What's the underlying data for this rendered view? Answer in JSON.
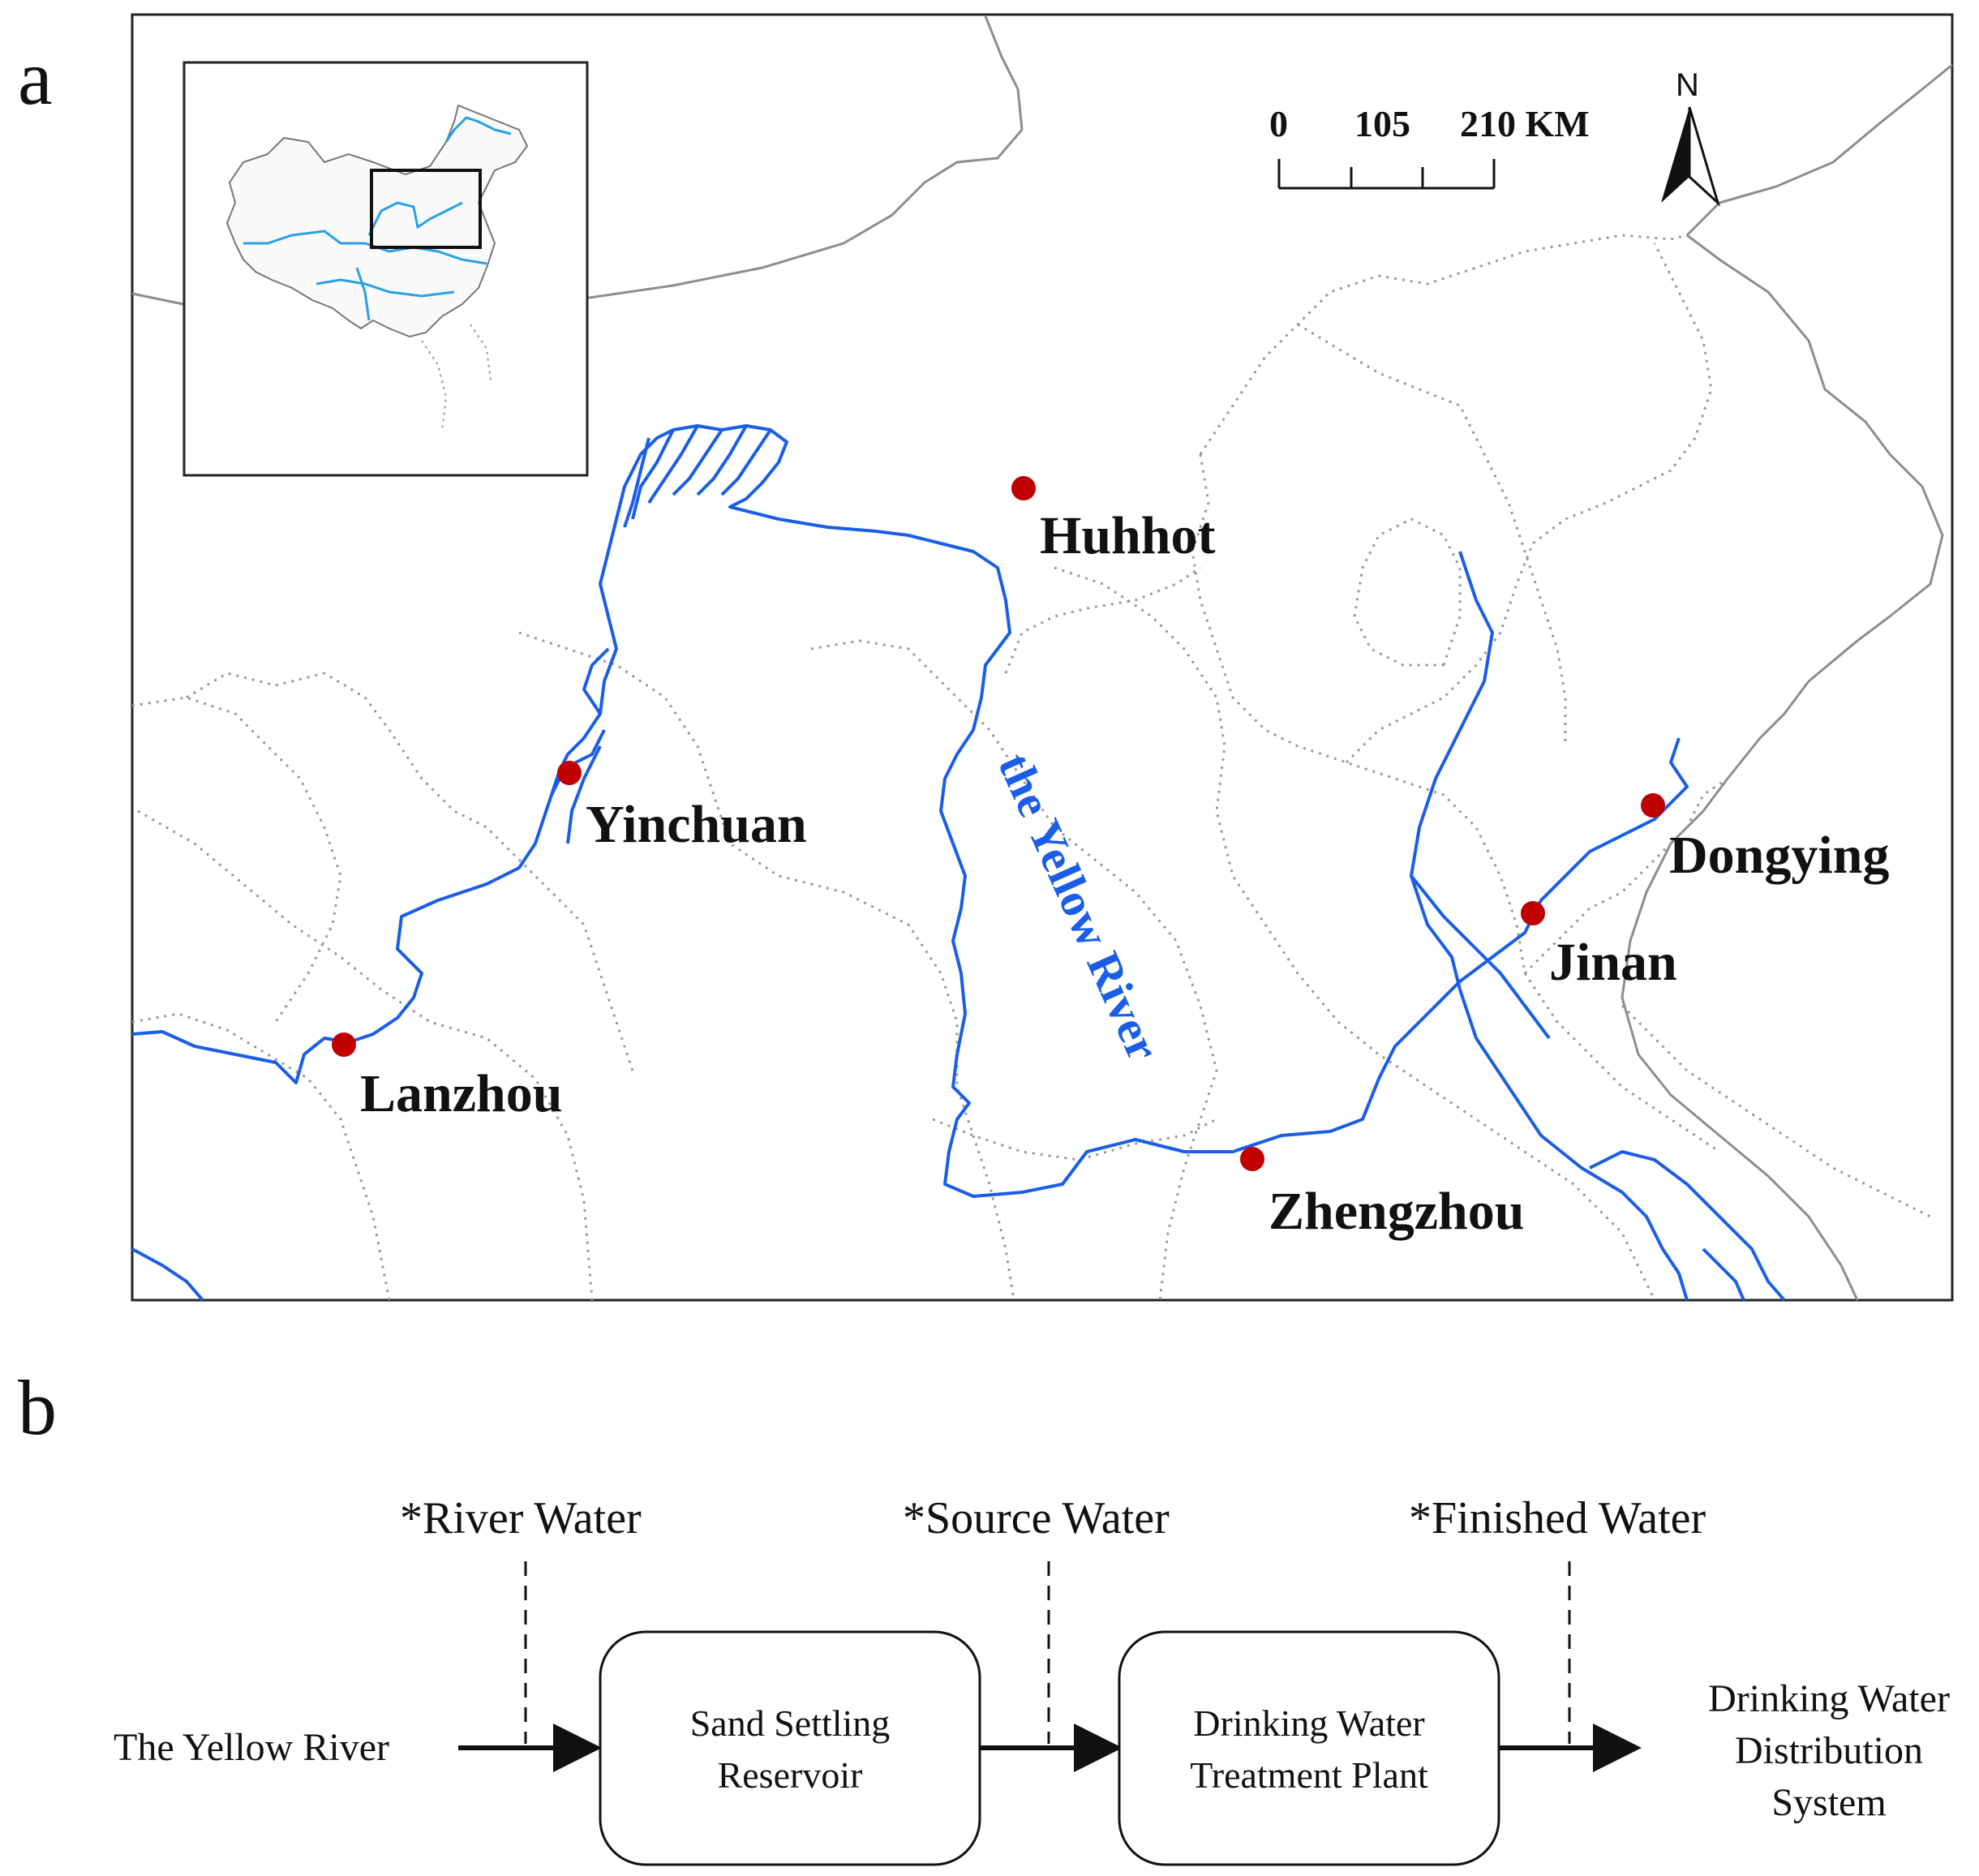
{
  "panel_a": {
    "letter": "a",
    "scale_bar": {
      "ticks": [
        "0",
        "105",
        "210 KM"
      ]
    },
    "north_arrow": {
      "label": "N"
    },
    "river_name": "the Yellow River",
    "colors": {
      "river": "#1a5ee8",
      "city": "#c00000",
      "boundary": "#9a9a9a"
    },
    "cities": [
      {
        "name": "Huhhot"
      },
      {
        "name": "Yinchuan"
      },
      {
        "name": "Lanzhou"
      },
      {
        "name": "Zhengzhou"
      },
      {
        "name": "Jinan"
      },
      {
        "name": "Dongying"
      }
    ]
  },
  "panel_b": {
    "letter": "b",
    "source": "The Yellow River",
    "samples": [
      "*River Water",
      "*Source Water",
      "*Finished Water"
    ],
    "boxes": [
      {
        "line1": "Sand Settling",
        "line2": "Reservoir"
      },
      {
        "line1": "Drinking Water",
        "line2": "Treatment Plant"
      }
    ],
    "destination": {
      "line1": "Drinking Water",
      "line2": "Distribution",
      "line3": "System"
    }
  }
}
